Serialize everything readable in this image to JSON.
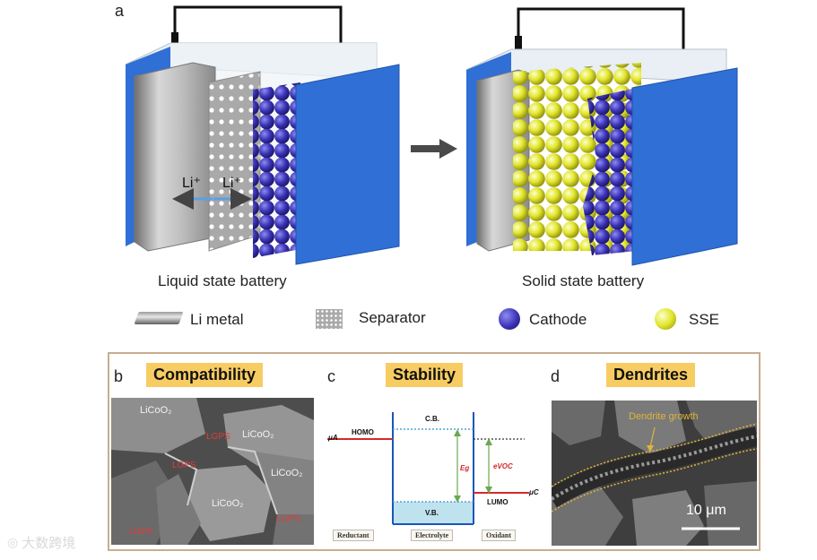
{
  "panels": {
    "a": "a",
    "b": "b",
    "c": "c",
    "d": "d"
  },
  "battery_left": {
    "caption": "Liquid state battery",
    "ion_left": "Li⁺",
    "ion_right": "Li⁺"
  },
  "battery_right": {
    "caption": "Solid state battery"
  },
  "legend": [
    {
      "label": "Li metal",
      "icon": "li-metal-icon"
    },
    {
      "label": "Separator",
      "icon": "separator-icon"
    },
    {
      "label": "Cathode",
      "icon": "cathode-sphere-icon"
    },
    {
      "label": "SSE",
      "icon": "sse-sphere-icon"
    }
  ],
  "tags": {
    "compatibility": "Compatibility",
    "stability": "Stability",
    "dendrites": "Dendrites"
  },
  "sem_b": {
    "labels": [
      "LiCoO₂",
      "LiCoO₂",
      "LiCoO₂",
      "LiCoO₂"
    ],
    "lgps": [
      "LGPS",
      "LGPS",
      "LGPS",
      "LGPS"
    ]
  },
  "energy": {
    "cb": "C.B.",
    "vb": "V.B.",
    "homo": "HOMO",
    "lumo": "LUMO",
    "mu_a": "μA",
    "mu_c": "μC",
    "eg": "Eg",
    "evoc": "eVOC",
    "reductant": "Reductant",
    "electrolyte": "Electrolyte",
    "oxidant": "Oxidant"
  },
  "sem_d": {
    "annotation": "Dendrite growth",
    "scale": "10 μm"
  },
  "watermark": "大数跨境",
  "colors": {
    "blue_plate": "#2f6fd6",
    "red_terminal": "#e8232a",
    "cathode": "#3b33b8",
    "sse": "#e3e62a",
    "tag_yellow": "#f7cc63",
    "frame": "#c8ad8f"
  }
}
